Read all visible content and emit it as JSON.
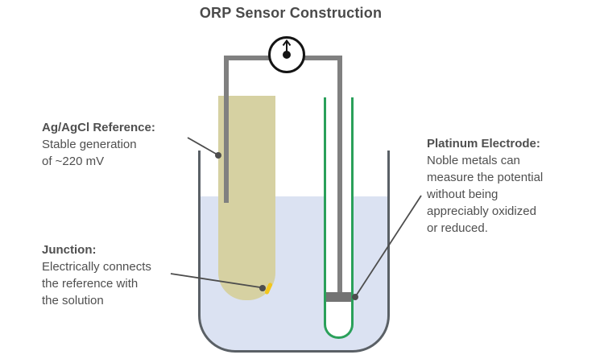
{
  "title": "ORP Sensor Construction",
  "labels": {
    "reference": {
      "heading": "Ag/AgCl Reference:",
      "lines": [
        "Stable generation",
        "of ~220 mV"
      ]
    },
    "junction": {
      "heading": "Junction:",
      "lines": [
        "Electrically connects",
        "the reference with",
        "the solution"
      ]
    },
    "platinum": {
      "heading": "Platinum Electrode:",
      "lines": [
        "Noble metals can",
        "measure the potential",
        "without being",
        "appreciably oxidized",
        "or reduced."
      ]
    }
  },
  "icons": {
    "meter": "voltmeter-gauge-icon"
  },
  "colors": {
    "text": "#4f4f4f",
    "title_text": "#4a4a4a",
    "wire_gray": "#808080",
    "reference_tube_tan": "#d6d1a2",
    "solution_blue": "#dbe2f2",
    "glass_tube_green": "#2aa05a",
    "platinum_band_gray": "#737373",
    "junction_yellow": "#f2c61d",
    "beaker_outline": "#5a6066",
    "leader_line": "#4d4d4d"
  }
}
